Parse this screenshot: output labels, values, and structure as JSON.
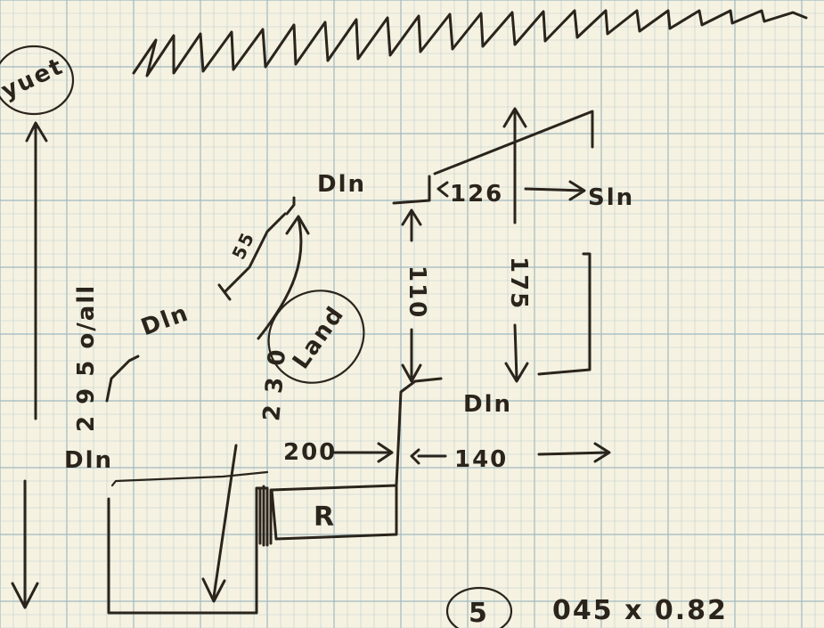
{
  "paper": {
    "background_color": "#f6f2e1",
    "grid_color": "#b9cdd2",
    "grid_major_color": "#9fb9c0",
    "ink_color": "#2a241c"
  },
  "labels": {
    "corner_tag": "yuet",
    "left_dimension": "2 9 5 o/all",
    "center_dimension": "2 3 0",
    "room_label": "R",
    "landing_label": "Land",
    "flight_dims": {
      "top_width": "126",
      "top_height": "110",
      "right_height": "175",
      "bottom_right": "140",
      "bottom_run": "200",
      "small": "55"
    },
    "direction_marks": {
      "dn_top": "Dln",
      "sn_top": "Sln",
      "dn_left_mid": "Dln",
      "dn_left_low": "Dln",
      "dn_right": "Dln"
    },
    "note_number": "5",
    "note_size": "045 x 0.82"
  }
}
